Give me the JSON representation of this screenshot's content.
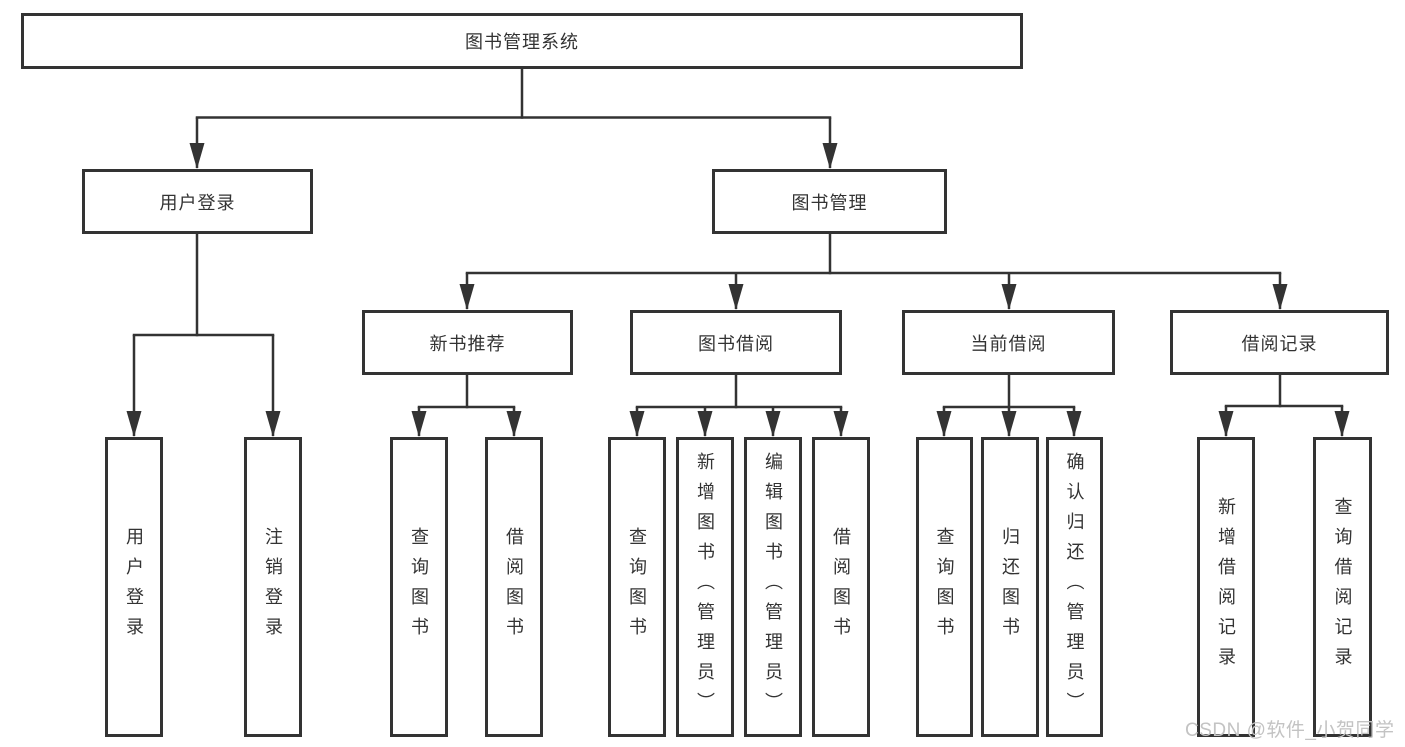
{
  "diagram": {
    "type": "hierarchy-tree",
    "line_color": "#333333",
    "box_border_color": "#333333",
    "text_color": "#333333",
    "background_color": "#ffffff",
    "root": {
      "label": "图书管理系统",
      "children": [
        {
          "label": "用户登录",
          "children": [
            {
              "label": "用户登录"
            },
            {
              "label": "注销登录"
            }
          ]
        },
        {
          "label": "图书管理",
          "children": [
            {
              "label": "新书推荐",
              "children": [
                {
                  "label": "查询图书"
                },
                {
                  "label": "借阅图书"
                }
              ]
            },
            {
              "label": "图书借阅",
              "children": [
                {
                  "label": "查询图书"
                },
                {
                  "label": "新增图书（管理员）"
                },
                {
                  "label": "编辑图书（管理员）"
                },
                {
                  "label": "借阅图书"
                }
              ]
            },
            {
              "label": "当前借阅",
              "children": [
                {
                  "label": "查询图书"
                },
                {
                  "label": "归还图书"
                },
                {
                  "label": "确认归还（管理员）"
                }
              ]
            },
            {
              "label": "借阅记录",
              "children": [
                {
                  "label": "新增借阅记录"
                },
                {
                  "label": "查询借阅记录"
                }
              ]
            }
          ]
        }
      ]
    }
  },
  "watermark": {
    "text": "CSDN @软件_小贺同学",
    "color": "#c3c3c3"
  }
}
